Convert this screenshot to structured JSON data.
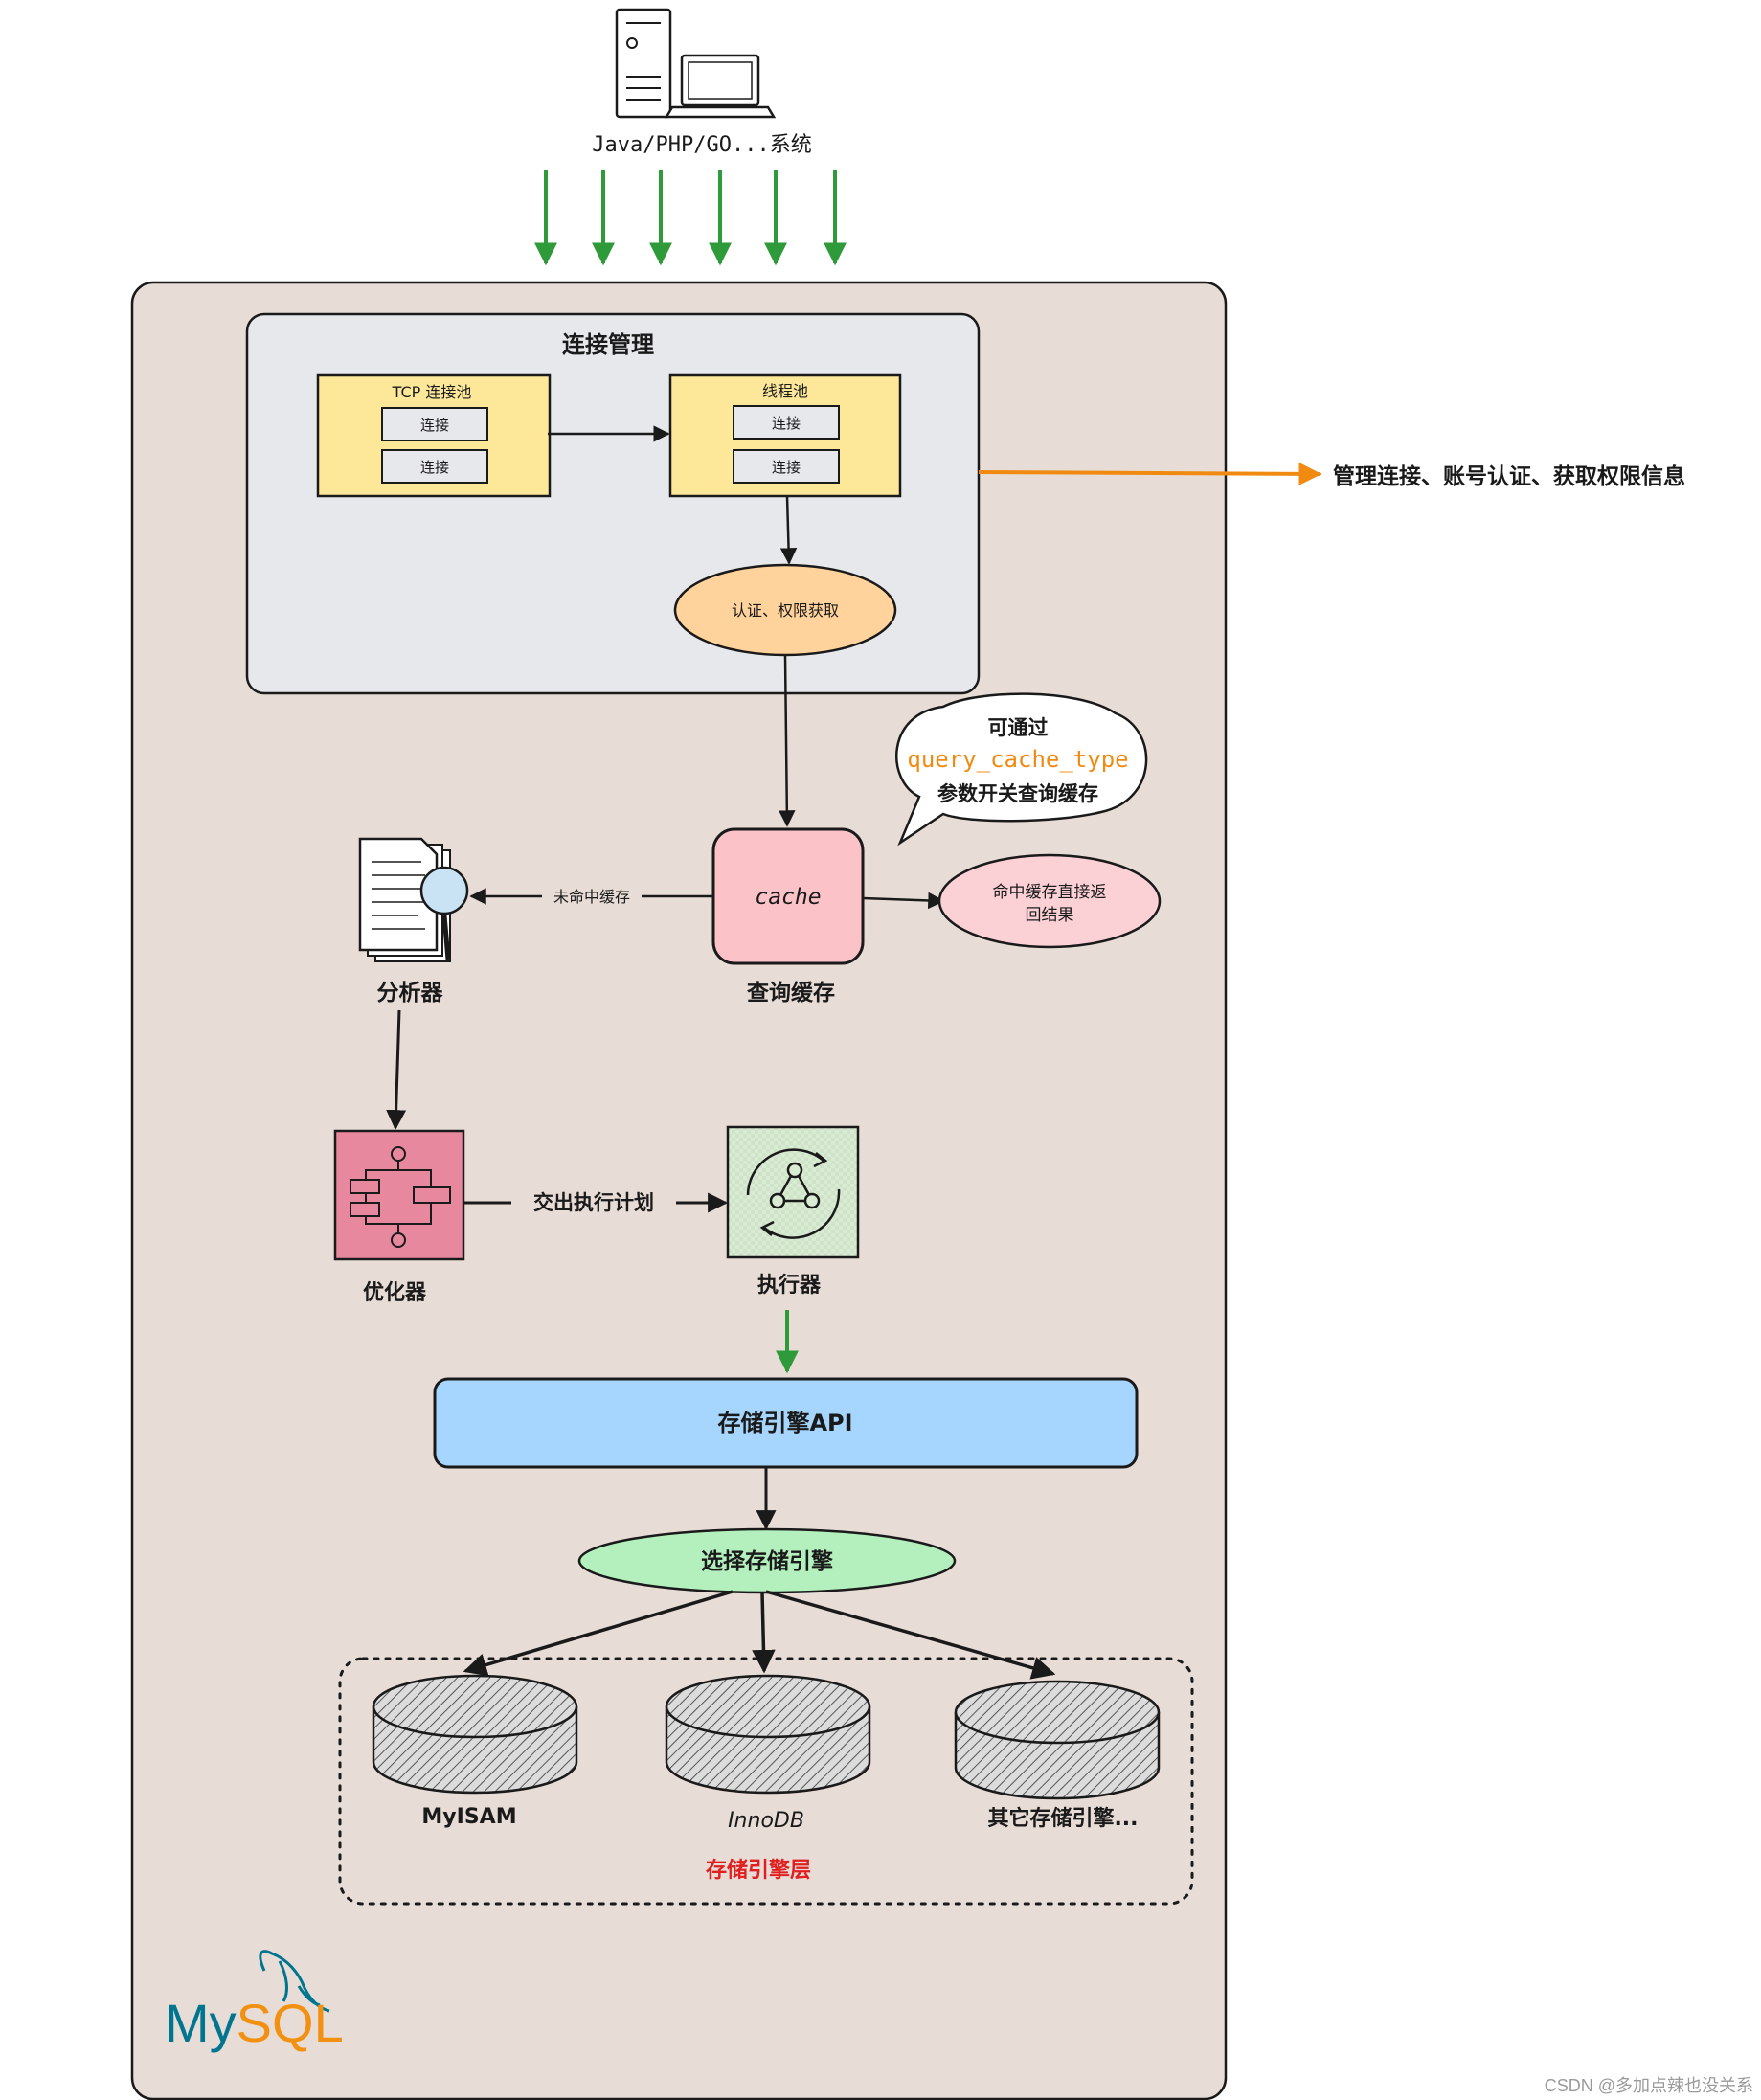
{
  "client": {
    "label": "Java/PHP/GO...系统"
  },
  "connection_management": {
    "title": "连接管理",
    "tcp_pool": {
      "title": "TCP 连接池",
      "items": [
        "连接",
        "连接"
      ]
    },
    "thread_pool": {
      "title": "线程池",
      "items": [
        "连接",
        "连接"
      ]
    },
    "auth": "认证、权限获取",
    "side_note": "管理连接、账号认证、获取权限信息"
  },
  "cache": {
    "box_label": "cache",
    "caption": "查询缓存",
    "miss_label": "未命中缓存",
    "hit_label_line1": "命中缓存直接返",
    "hit_label_line2": "回结果",
    "callout_line1": "可通过",
    "callout_param": "query_cache_type",
    "callout_line3": "参数开关查询缓存"
  },
  "analyzer": {
    "caption": "分析器"
  },
  "optimizer": {
    "caption": "优化器",
    "plan_label": "交出执行计划"
  },
  "executor": {
    "caption": "执行器"
  },
  "storage_api": {
    "label": "存储引擎API"
  },
  "engine_select": {
    "label": "选择存储引擎"
  },
  "storage_layer": {
    "title": "存储引擎层",
    "engines": [
      "MyISAM",
      "InnoDB",
      "其它存储引擎..."
    ]
  },
  "logo": {
    "text_my": "My",
    "text_sql": "SQL"
  },
  "watermark": "CSDN @多加点辣也没关系",
  "colors": {
    "server_bg": "#e8dcd6",
    "conn_panel_bg": "#e6e8ec",
    "pool_bg": "#fde89a",
    "auth_bg": "#ffd39b",
    "cache_bg": "#fbc3c8",
    "hit_bg": "#fbd1d6",
    "optimizer_bg": "#e8889f",
    "executor_bg": "#d9ebd3",
    "api_bg": "#a6d5fd",
    "select_bg": "#b3f0bd",
    "green_arrow": "#2e9a3a",
    "orange_arrow": "#f08a10",
    "callout_param": "#f08a10",
    "layer_title": "#e02020",
    "logo_blue": "#00758f",
    "logo_orange": "#f29111"
  }
}
